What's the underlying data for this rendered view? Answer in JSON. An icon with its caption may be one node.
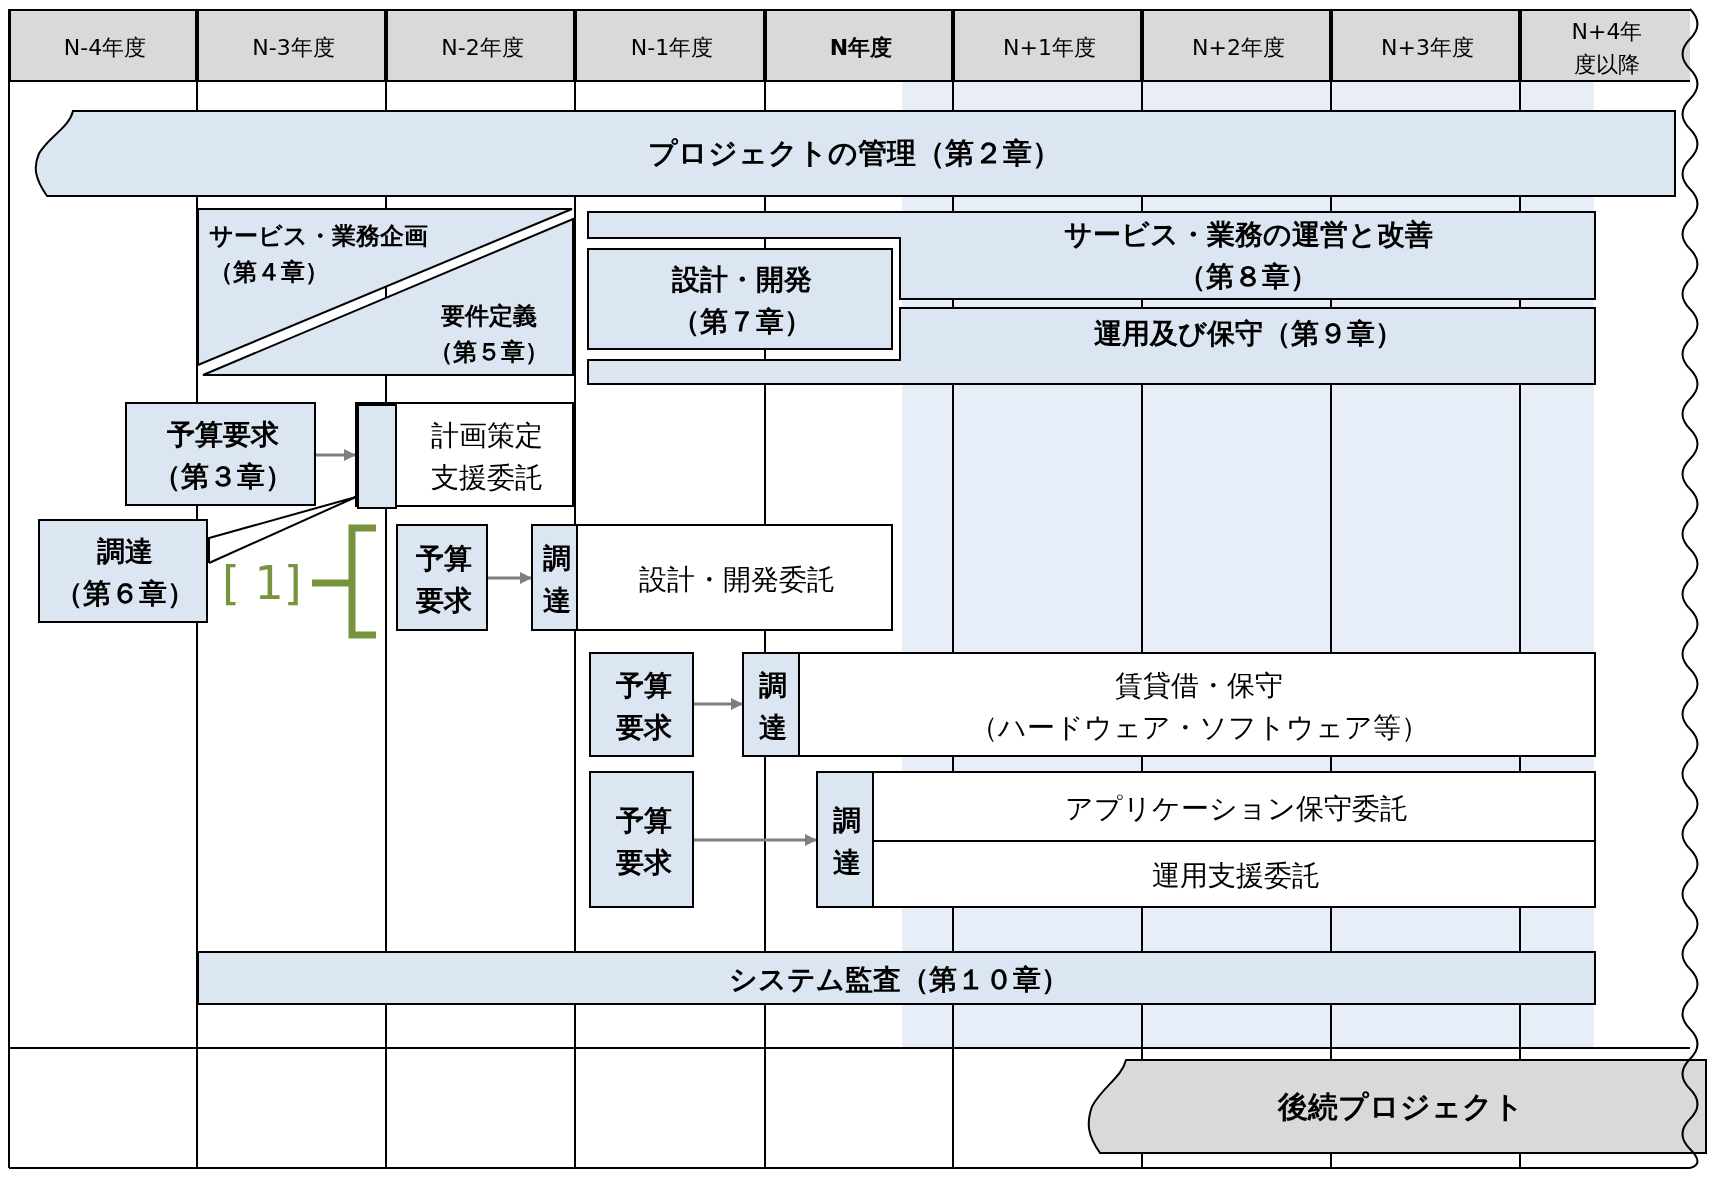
{
  "diagram": {
    "nodes": [
      {
        "text": [
          "N-4年度"
        ]
      },
      {
        "text": [
          "N-3年度"
        ]
      },
      {
        "text": [
          "N-2年度"
        ]
      },
      {
        "text": [
          "N-1年度"
        ]
      },
      {
        "text": [
          "N年度"
        ]
      },
      {
        "text": [
          "N+1年度"
        ]
      },
      {
        "text": [
          "N+2年度"
        ]
      },
      {
        "text": [
          "N+3年度"
        ]
      },
      {
        "text": [
          "N+4年度以降"
        ]
      },
      {
        "text": [
          "プロジェクトの管理（第２章）"
        ]
      },
      {
        "text": [
          "サービス・業務企画（第４章）",
          "要件定義（第５章）"
        ]
      },
      {
        "text": [
          "サービス・業務の運営と改善（第８章）"
        ]
      },
      {
        "text": [
          "設計・開発（第７章）"
        ]
      },
      {
        "text": [
          "運用及び保守（第９章）"
        ]
      },
      {
        "text": [
          "予算要求（第３章）"
        ]
      },
      {
        "text": [
          "計画策定支援委託"
        ]
      },
      {
        "text": [],
        "shape": "box",
        "in": 15
      },
      {
        "text": [
          "調達（第６章）"
        ]
      },
      {
        "text": [
          "予算要求"
        ]
      },
      {
        "text": [
          "調達"
        ]
      },
      {
        "text": [
          "設計・開発委託"
        ]
      },
      {
        "text": [
          "予算要求"
        ]
      },
      {
        "text": [
          "調達"
        ]
      },
      {
        "text": [
          "賃貸借・保守（ハードウェア・ソフトウェア等）"
        ]
      },
      {
        "text": [
          "予算要求"
        ]
      },
      {
        "text": [
          "調達"
        ]
      },
      {
        "text": [
          "アプリケーション保守委託"
        ]
      },
      {
        "text": [
          "運用支援委託"
        ]
      },
      {
        "text": [
          "システム監査（第１０章）"
        ]
      },
      {
        "text": [
          "後続プロジェクト"
        ]
      }
    ],
    "edges": [
      {
        "from": 14,
        "to": 16,
        "arrow": "to"
      },
      {
        "from": 17,
        "to": 16,
        "arrow": "none",
        "color": "#000000"
      },
      {
        "from": 18,
        "to": 19,
        "arrow": "to"
      },
      {
        "from": 21,
        "to": 22,
        "arrow": "to"
      },
      {
        "from": 24,
        "to": 25,
        "arrow": "to"
      }
    ],
    "labels": [
      "[ 1]"
    ]
  }
}
